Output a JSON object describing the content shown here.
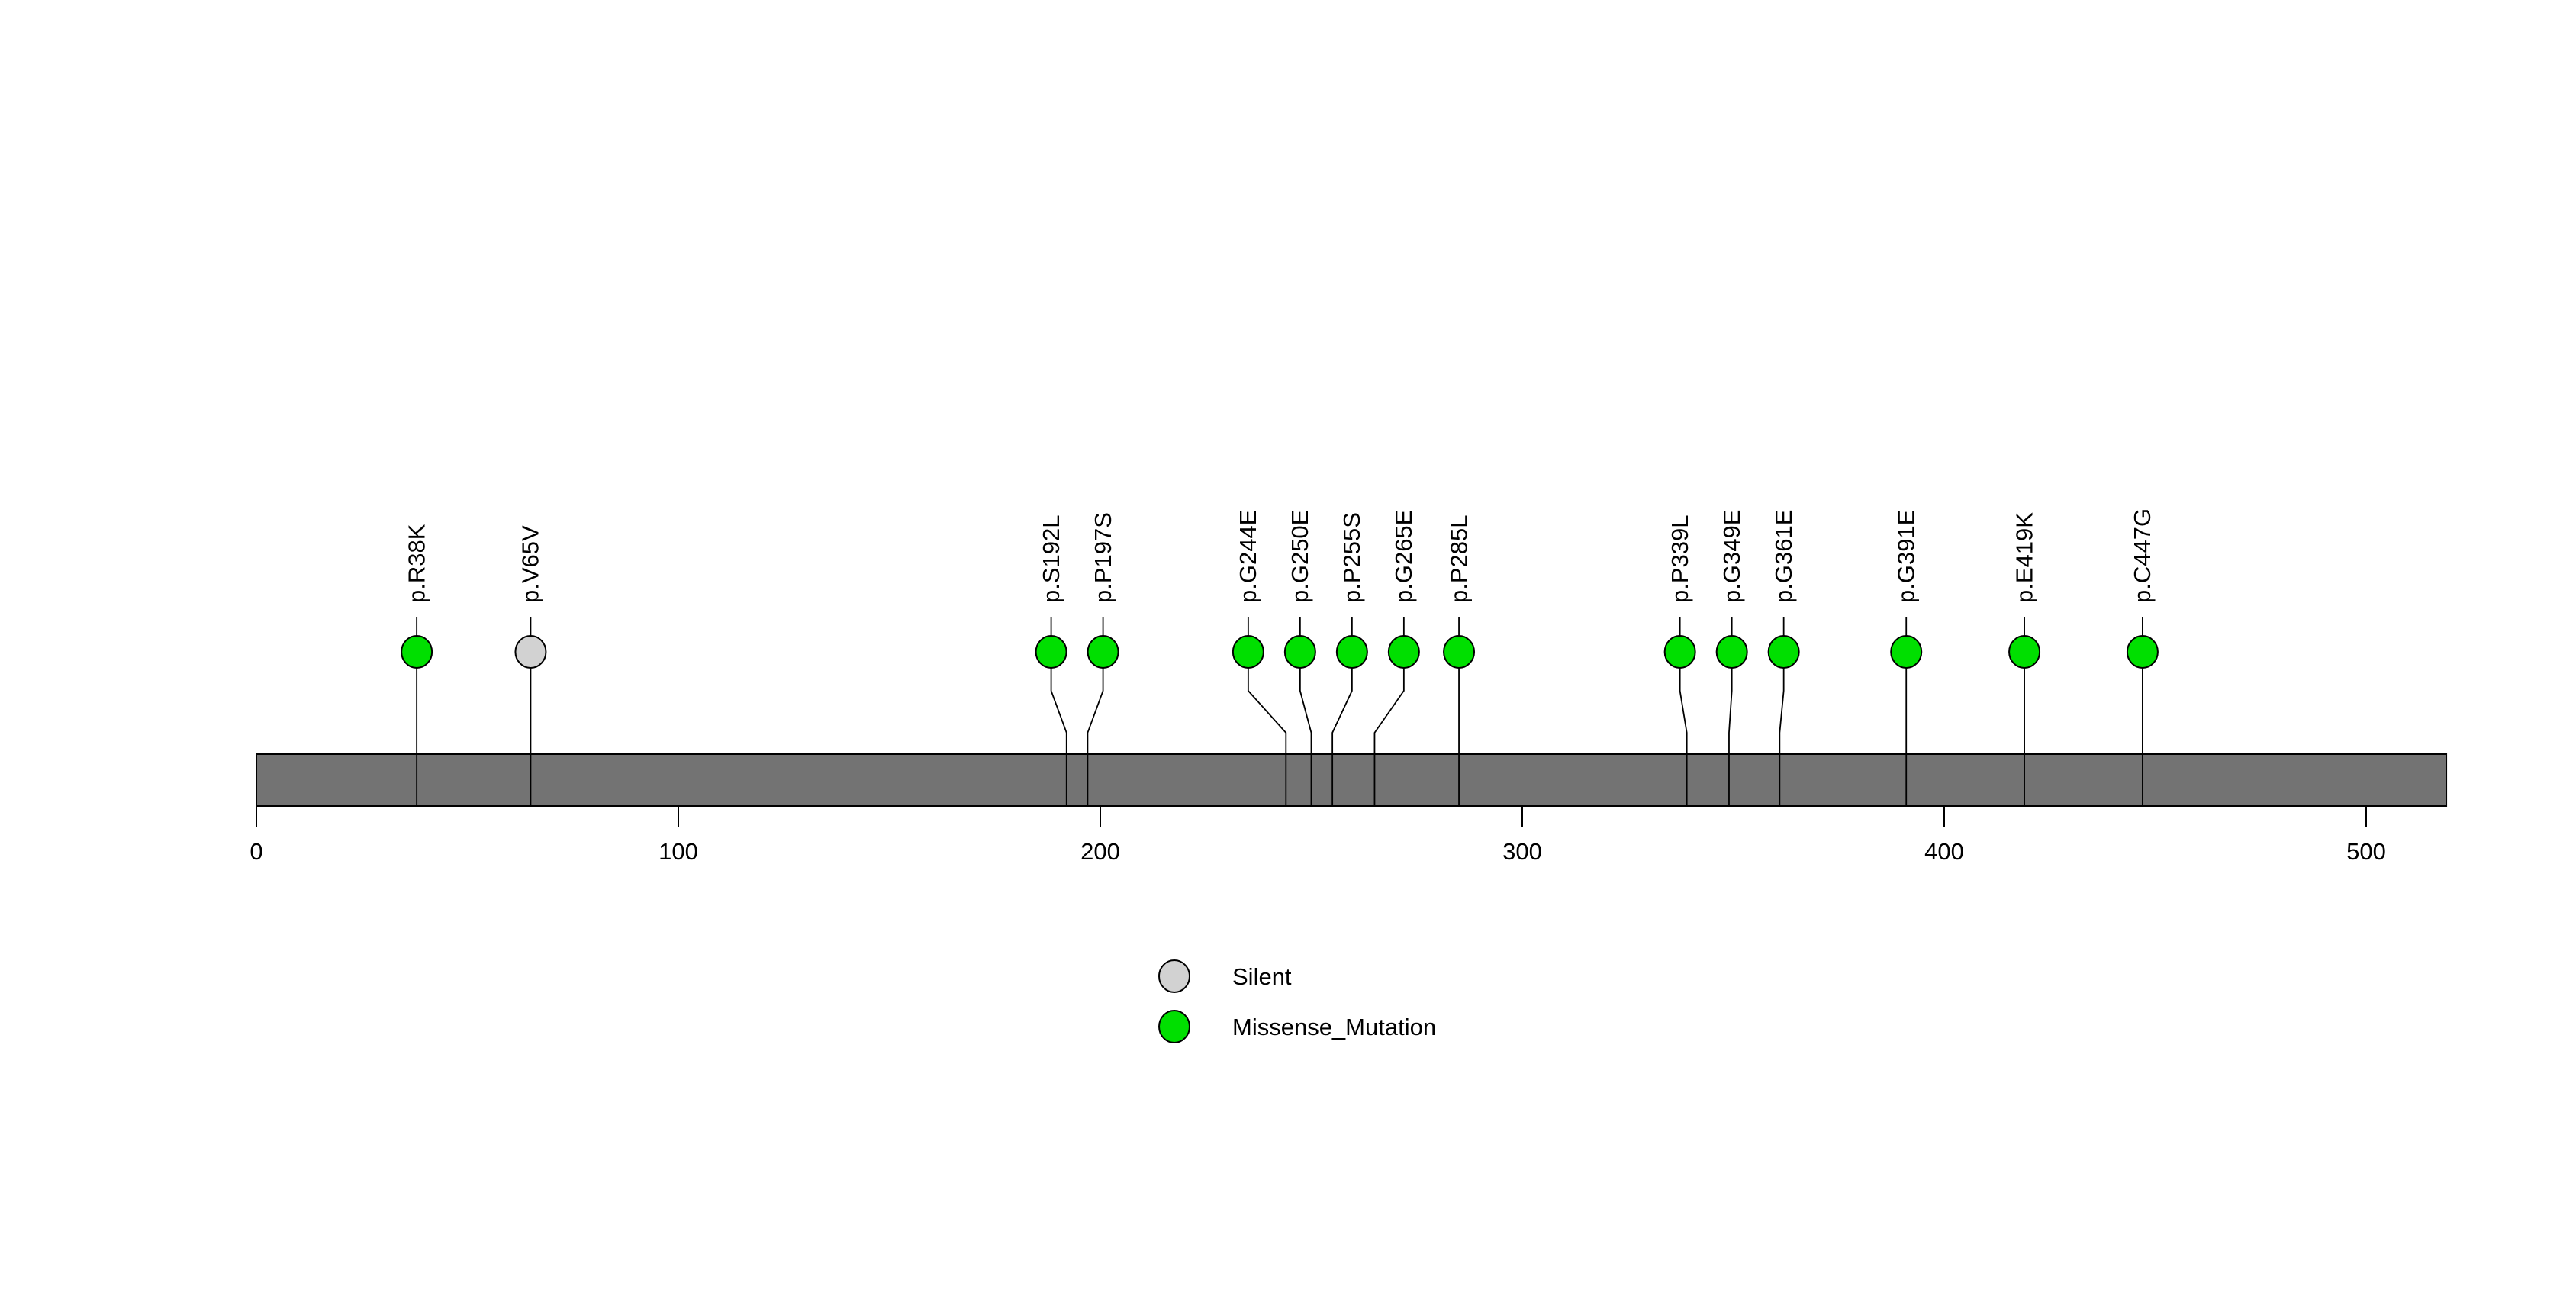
{
  "page": {
    "background": "#FFFFFF"
  },
  "chart_data": {
    "type": "lollipop",
    "title": "",
    "xlabel": "",
    "ylabel": "",
    "axis": {
      "tick_values": [
        0,
        100,
        200,
        300,
        400,
        500
      ],
      "xlim": [
        0,
        519
      ],
      "grid": false
    },
    "protein": {
      "length_aa": 519,
      "bar_color": "#737373",
      "bar_border_color": "#000000"
    },
    "mutations": [
      {
        "label": "p.R38K",
        "position": 38,
        "type": "Missense_Mutation"
      },
      {
        "label": "p.V65V",
        "position": 65,
        "type": "Silent"
      },
      {
        "label": "p.S192L",
        "position": 192,
        "type": "Missense_Mutation"
      },
      {
        "label": "p.P197S",
        "position": 197,
        "type": "Missense_Mutation"
      },
      {
        "label": "p.G244E",
        "position": 244,
        "type": "Missense_Mutation"
      },
      {
        "label": "p.G250E",
        "position": 250,
        "type": "Missense_Mutation"
      },
      {
        "label": "p.P255S",
        "position": 255,
        "type": "Missense_Mutation"
      },
      {
        "label": "p.G265E",
        "position": 265,
        "type": "Missense_Mutation"
      },
      {
        "label": "p.P285L",
        "position": 285,
        "type": "Missense_Mutation"
      },
      {
        "label": "p.P339L",
        "position": 339,
        "type": "Missense_Mutation"
      },
      {
        "label": "p.G349E",
        "position": 349,
        "type": "Missense_Mutation"
      },
      {
        "label": "p.G361E",
        "position": 361,
        "type": "Missense_Mutation"
      },
      {
        "label": "p.G391E",
        "position": 391,
        "type": "Missense_Mutation"
      },
      {
        "label": "p.E419K",
        "position": 419,
        "type": "Missense_Mutation"
      },
      {
        "label": "p.C447G",
        "position": 447,
        "type": "Missense_Mutation"
      }
    ],
    "type_colors": {
      "Silent": "#D2D2D2",
      "Missense_Mutation": "#00DF00"
    },
    "legend": {
      "position": "bottom-center",
      "entries": [
        {
          "label": "Silent",
          "color": "#D2D2D2"
        },
        {
          "label": "Missense_Mutation",
          "color": "#00DF00"
        }
      ]
    }
  }
}
